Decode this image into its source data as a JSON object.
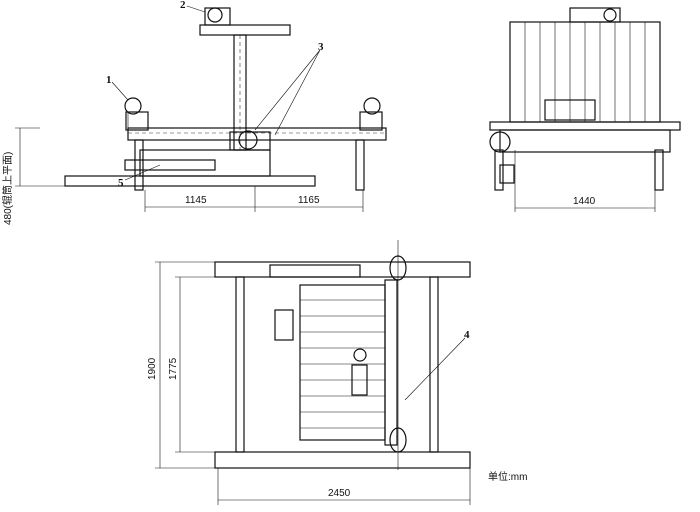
{
  "callouts": {
    "c1": "1",
    "c2": "2",
    "c3": "3",
    "c4": "4",
    "c5": "5"
  },
  "dimensions": {
    "height_roller_top": "480(辊筒上平面)",
    "left_span": "1145",
    "right_span": "1165",
    "side_width": "1440",
    "plan_outer": "1900",
    "plan_inner": "1775",
    "plan_length": "2450"
  },
  "unit_note": "单位:mm"
}
